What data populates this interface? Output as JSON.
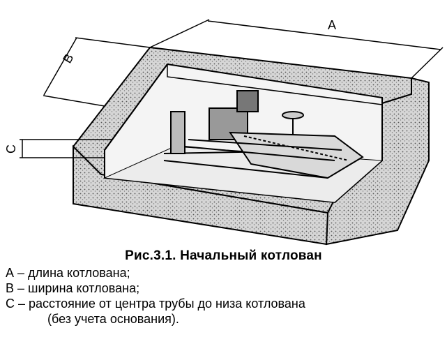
{
  "figure": {
    "labels": {
      "a": "A",
      "b": "B",
      "c": "C"
    },
    "colors": {
      "ink": "#000000",
      "soil_fill": "#cfcfcf",
      "pit_floor": "#f2f2f2"
    }
  },
  "caption": "Рис.3.1. Начальный котлован",
  "legend": {
    "a": "А – длина котлована;",
    "b": "В – ширина котлована;",
    "c": "С – расстояние от центра трубы до низа котлована",
    "c_continued": "(без учета основания)."
  }
}
